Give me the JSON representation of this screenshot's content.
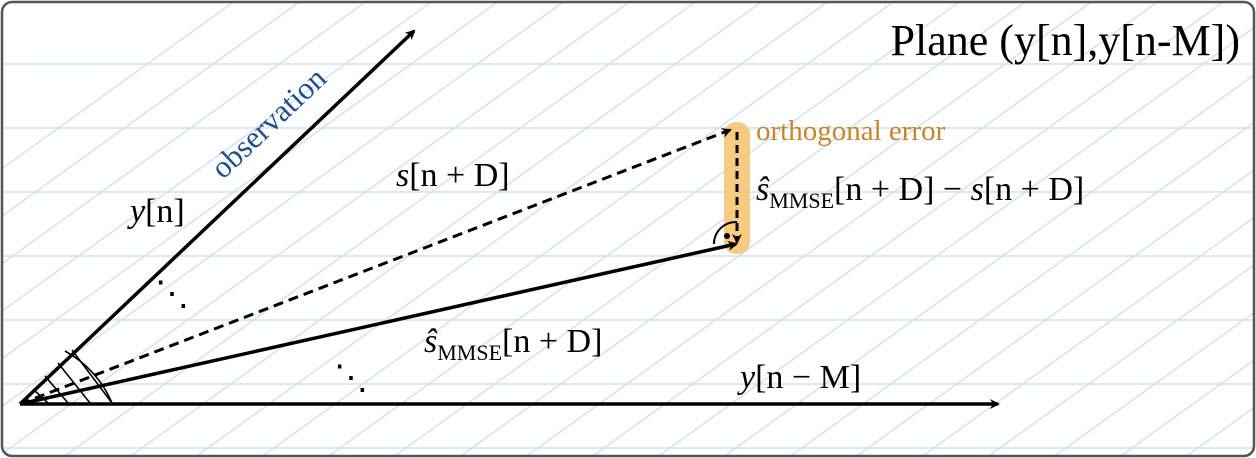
{
  "title": "Plane (y[n],y[n-M])",
  "observation_label": "observation",
  "vectors": {
    "y_n": {
      "italic_var": "y",
      "bracket_text": "[n]"
    },
    "s_target": {
      "italic_var": "s",
      "bracket_text": "[n + D]"
    },
    "s_hat": {
      "italic_var": "ŝ",
      "subscript": "MMSE",
      "bracket_text": "[n + D]"
    },
    "y_n_minus_M": {
      "italic_var": "y",
      "bracket_text": "[n − M]"
    }
  },
  "dots_upper": "⋱",
  "dots_lower": "⋱",
  "error": {
    "label": "orthogonal error",
    "expr_var1": "ŝ",
    "expr_sub": "MMSE",
    "expr_part1": "[n + D] − ",
    "expr_var2": "s",
    "expr_part2": "[n + D]"
  },
  "colors": {
    "observation": "#1f4e8c",
    "error_label": "#c8842a",
    "highlight": "#f6c26b",
    "grid": "#cfe0f3",
    "frame": "#555555",
    "ink": "#000000"
  }
}
